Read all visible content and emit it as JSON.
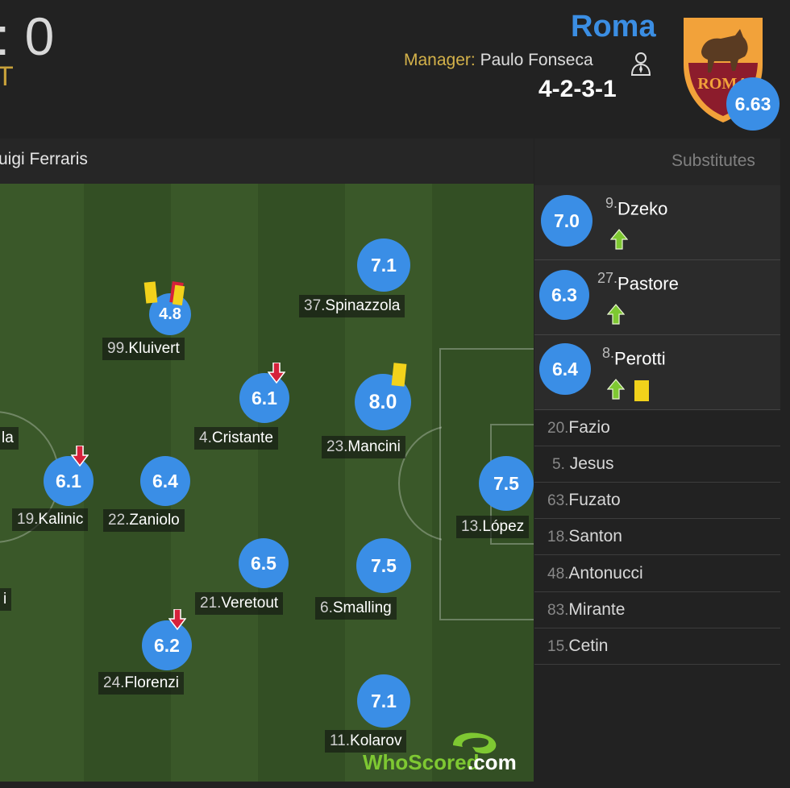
{
  "header": {
    "score": ": 0",
    "status": "T",
    "team_name": "Roma",
    "manager_label": "Manager:",
    "manager_name": "Paulo Fonseca",
    "formation": "4-2-3-1",
    "team_rating": "6.63",
    "manager_icon": "manager-icon",
    "crest_icon": "roma-crest"
  },
  "stadium": "uigi Ferraris",
  "substitutes_title": "Substitutes",
  "players": [
    {
      "num": "37.",
      "name": "Spinazzola",
      "rating": "7.1"
    },
    {
      "num": "99.",
      "name": "Kluivert",
      "rating": "4.8",
      "cards": [
        "yellow",
        "red"
      ]
    },
    {
      "num": "4.",
      "name": "Cristante",
      "rating": "6.1",
      "subbed_off": true
    },
    {
      "num": "23.",
      "name": "Mancini",
      "rating": "8.0",
      "cards": [
        "yellow"
      ]
    },
    {
      "num": "19.",
      "name": "Kalinic",
      "rating": "6.1",
      "subbed_off": true
    },
    {
      "num": "22.",
      "name": "Zaniolo",
      "rating": "6.4"
    },
    {
      "num": "13.",
      "name": "López",
      "rating": "7.5"
    },
    {
      "num": "21.",
      "name": "Veretout",
      "rating": "6.5"
    },
    {
      "num": "6.",
      "name": "Smalling",
      "rating": "7.5"
    },
    {
      "num": "24.",
      "name": "Florenzi",
      "rating": "6.2",
      "subbed_off": true
    },
    {
      "num": "11.",
      "name": "Kolarov",
      "rating": "7.1"
    }
  ],
  "opponent_partial": {
    "label_a": "la",
    "label_b": "i"
  },
  "subs_used": [
    {
      "num": "9.",
      "name": "Dzeko",
      "rating": "7.0"
    },
    {
      "num": "27.",
      "name": "Pastore",
      "rating": "6.3"
    },
    {
      "num": "8.",
      "name": "Perotti",
      "rating": "6.4",
      "cards": [
        "yellow"
      ]
    }
  ],
  "bench": [
    {
      "num": "20.",
      "name": "Fazio"
    },
    {
      "num": "5.",
      "name": "Jesus"
    },
    {
      "num": "63.",
      "name": "Fuzato"
    },
    {
      "num": "18.",
      "name": "Santon"
    },
    {
      "num": "48.",
      "name": "Antonucci"
    },
    {
      "num": "83.",
      "name": "Mirante"
    },
    {
      "num": "15.",
      "name": "Cetin"
    }
  ],
  "logo": {
    "word": "WhoScored",
    "suffix": ".com"
  },
  "colors": {
    "rating_blue": "#3a8ee6",
    "team_blue": "#3b8ee3",
    "manager_gold": "#d4b24a",
    "sub_arrow": "#7ec832",
    "off_arrow": "#d6213b",
    "yellow_card": "#f2d21b",
    "red_card": "#d6213b"
  }
}
